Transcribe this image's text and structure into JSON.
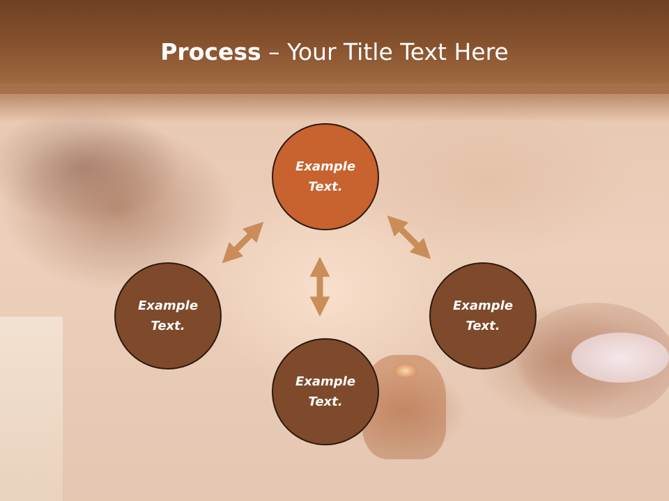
{
  "slide": {
    "title_bold": "Process",
    "title_rest": " – Your Title Text Here"
  },
  "nodes": {
    "top": "Example Text.",
    "left": "Example Text.",
    "right": "Example Text.",
    "bottom": "Example Text."
  },
  "colors": {
    "header": "#85512d",
    "node_primary": "#c8622e",
    "node_secondary": "#7e4a2b",
    "arrow": "#c98d5a",
    "node_border": "#2e1a0e"
  }
}
